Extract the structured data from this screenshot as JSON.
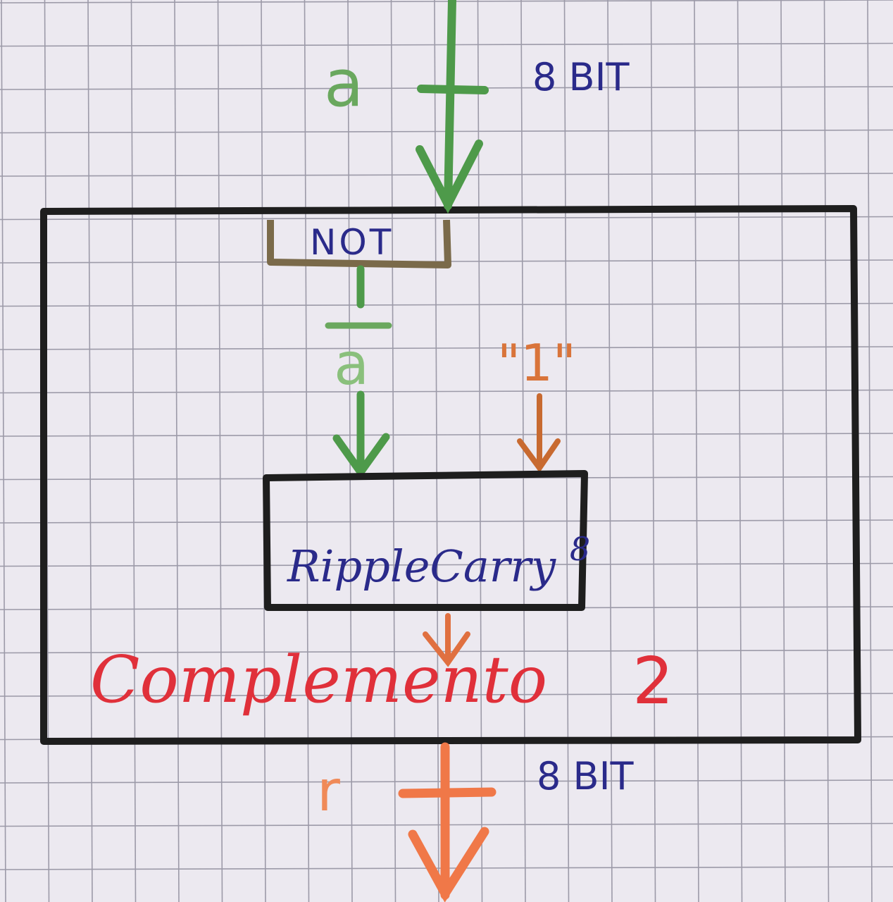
{
  "input": {
    "label": "a",
    "width_label": "8 BIT"
  },
  "not_block": {
    "label": "NOT"
  },
  "inverted": {
    "label": "a"
  },
  "carry_in": {
    "label": "\"1\""
  },
  "adder": {
    "label": "RippleCarry",
    "superscript": "8"
  },
  "module": {
    "title": "Complemento",
    "title_suffix": "2"
  },
  "output": {
    "label": "r",
    "width_label": "8 BIT"
  },
  "colors": {
    "paper": "#ece9f0",
    "grid": "#9c9aa8",
    "frame": "#1e1e1e",
    "input_green": "#4e9a4a",
    "blue_ink": "#2a2a8a",
    "orange": "#d9743a",
    "red": "#e0303a",
    "not_box": "#7a6a4a"
  }
}
